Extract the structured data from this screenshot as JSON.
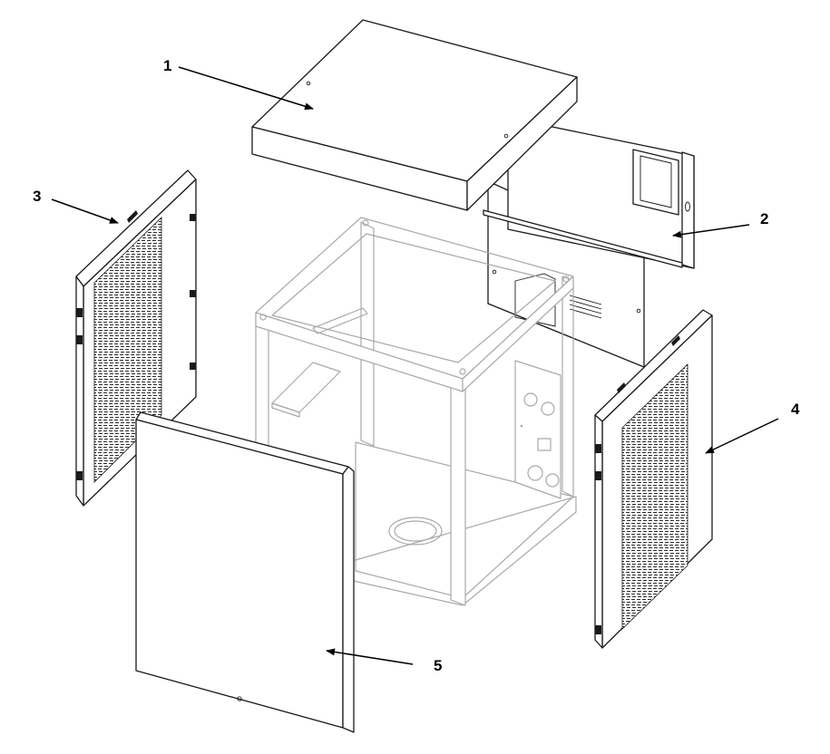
{
  "diagram": {
    "callouts": [
      {
        "id": "callout-1",
        "label": "1"
      },
      {
        "id": "callout-2",
        "label": "2"
      },
      {
        "id": "callout-3",
        "label": "3"
      },
      {
        "id": "callout-4",
        "label": "4"
      },
      {
        "id": "callout-5",
        "label": "5"
      }
    ],
    "colors": {
      "line": "#1a1a1a",
      "frame": "#a9a9a9",
      "background": "#ffffff"
    }
  }
}
